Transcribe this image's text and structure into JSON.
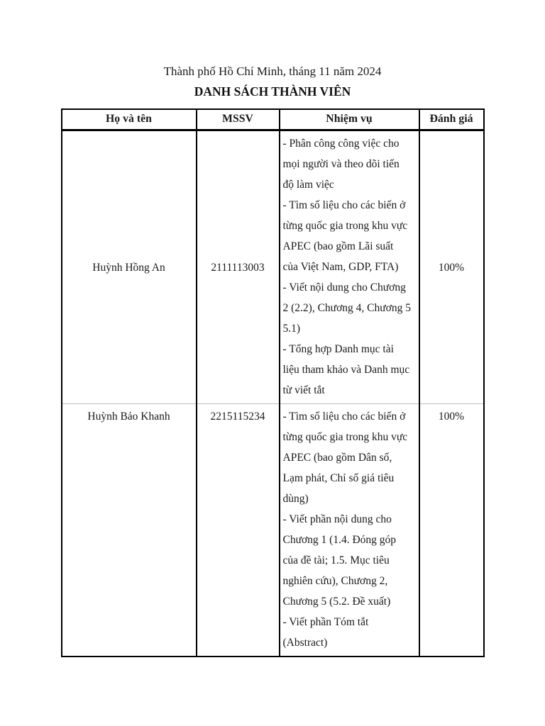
{
  "document": {
    "dateline": "Thành phố Hồ Chí Minh, tháng 11 năm 2024",
    "title": "DANH SÁCH THÀNH VIÊN"
  },
  "table": {
    "headers": [
      "Họ và tên",
      "MSSV",
      "Nhiệm vụ",
      "Đánh giá"
    ],
    "rows": [
      {
        "name": "Huỳnh Hồng An",
        "mssv": "2111113003",
        "tasks": [
          "- Phân công công việc cho",
          "mọi người và theo dõi tiến",
          "độ làm việc",
          "- Tìm số liệu cho các biến ở",
          "từng quốc gia trong khu vực",
          "APEC (bao gồm Lãi suất",
          "của Việt Nam, GDP, FTA)",
          "- Viết nội dung cho Chương",
          "2 (2.2), Chương 4, Chương 5",
          "5.1)",
          "- Tổng hợp Danh mục tài",
          "liệu tham khảo và Danh mục",
          "từ viết tắt"
        ],
        "rating": "100%"
      },
      {
        "name": "Huỳnh Bảo Khanh",
        "mssv": "2215115234",
        "tasks": [
          "- Tìm số liệu cho các biến ở",
          "từng quốc gia trong khu vực",
          "APEC (bao gồm Dân số,",
          "Lạm phát, Chỉ số giá tiêu",
          "dùng)",
          "- Viết phần nội dung cho",
          "Chương 1 (1.4. Đóng góp",
          "của đề tài; 1.5. Mục tiêu",
          "nghiên cứu), Chương 2,",
          "Chương 5 (5.2. Đề xuất)",
          "- Viết phần Tóm tắt",
          "(Abstract)"
        ],
        "rating": "100%"
      }
    ]
  }
}
